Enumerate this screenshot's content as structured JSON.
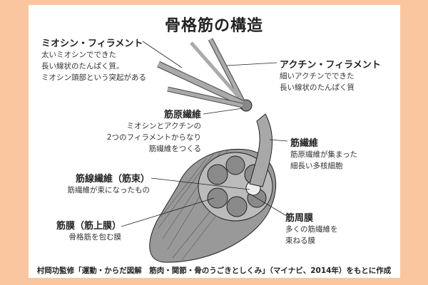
{
  "title": "骨格筋の構造",
  "labels": {
    "myosin": {
      "name": "ミオシン・フィラメント",
      "desc": [
        "太いミオシンでできた",
        "長い線状のたんぱく質。",
        "ミオシン頭部という突起がある"
      ]
    },
    "actin": {
      "name": "アクチン・フィラメント",
      "desc": [
        "細いアクチンでできた",
        "長い線状のたんぱく質"
      ]
    },
    "myofibril": {
      "name": "筋原繊維",
      "desc": [
        "ミオシンとアクチンの",
        "2つのフィラメントからなり",
        "筋繊維をつくる"
      ]
    },
    "muscle_fiber": {
      "name": "筋繊維",
      "desc": [
        "筋原繊維が集まった",
        "細長い多核細胞"
      ]
    },
    "fascicle": {
      "name": "筋線繊維（筋束）",
      "desc": [
        "筋繊維が束になったもの"
      ]
    },
    "perimysium": {
      "name": "筋周膜",
      "desc": [
        "多くの筋繊維を",
        "束ねる膜"
      ]
    },
    "epimysium": {
      "name": "筋膜（筋上膜）",
      "desc": [
        "骨格筋を包む膜"
      ]
    }
  },
  "source": "村岡功監修「運動・からだ図解　筋肉・関節・骨のうごきとしくみ」（マイナビ、2014年）をもとに作成",
  "colors": {
    "background": "#f9c6a0",
    "panel": "#ffffff",
    "muscle": "#9a9a9a"
  }
}
